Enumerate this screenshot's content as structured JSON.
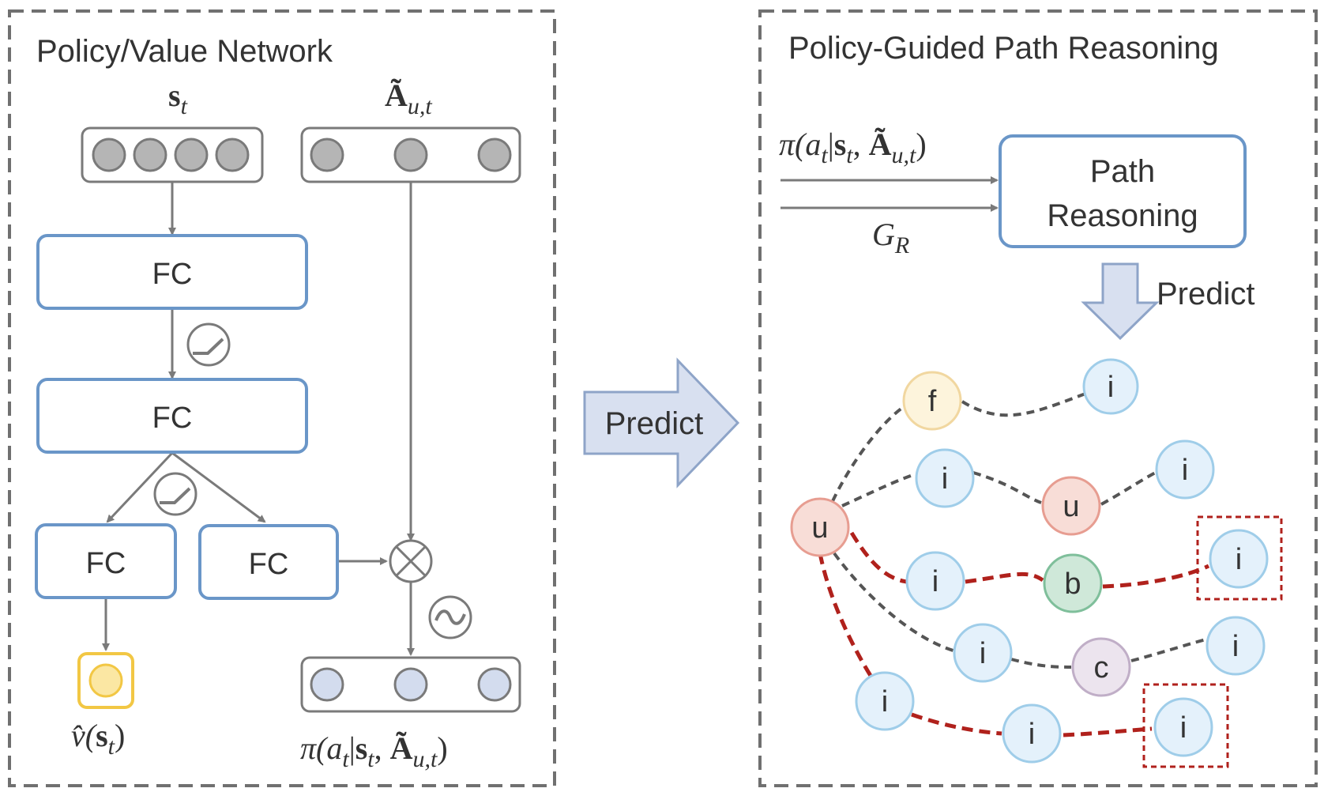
{
  "left_panel": {
    "title": "Policy/Value Network",
    "state_label": {
      "main": "s",
      "sub": "t"
    },
    "action_label": {
      "main": "Ã",
      "sub": "u,t"
    },
    "fc_labels": [
      "FC",
      "FC",
      "FC",
      "FC"
    ],
    "value_output_label": {
      "pre": "v̂(",
      "main": "s",
      "sub": "t",
      "post": ")"
    },
    "policy_output_label": {
      "pre": "π(a",
      "sub1": "t",
      "bar": "|",
      "main": "s",
      "sub2": "t",
      "comma": ", ",
      "main2": "Ã",
      "sub3": "u,t",
      "post": ")"
    }
  },
  "middle_arrow": {
    "label": "Predict"
  },
  "right_panel": {
    "title": "Policy-Guided Path Reasoning",
    "policy_input_label": {
      "pre": "π(a",
      "sub1": "t",
      "bar": "|",
      "main": "s",
      "sub2": "t",
      "comma": ", ",
      "main2": "Ã",
      "sub3": "u,t",
      "post": ")"
    },
    "graph_input_label": {
      "main": "G",
      "sub": "R"
    },
    "reasoning_box": {
      "line1": "Path",
      "line2": "Reasoning"
    },
    "down_arrow_label": "Predict",
    "nodes": [
      {
        "id": "u0",
        "label": "u",
        "kind": "user"
      },
      {
        "id": "f",
        "label": "f",
        "kind": "feature"
      },
      {
        "id": "i_top",
        "label": "i",
        "kind": "item"
      },
      {
        "id": "i1",
        "label": "i",
        "kind": "item"
      },
      {
        "id": "u1",
        "label": "u",
        "kind": "user"
      },
      {
        "id": "i_r1",
        "label": "i",
        "kind": "item"
      },
      {
        "id": "i2",
        "label": "i",
        "kind": "item"
      },
      {
        "id": "b",
        "label": "b",
        "kind": "brand"
      },
      {
        "id": "i_r2",
        "label": "i",
        "kind": "item"
      },
      {
        "id": "i3",
        "label": "i",
        "kind": "item"
      },
      {
        "id": "c",
        "label": "c",
        "kind": "category"
      },
      {
        "id": "i_r3",
        "label": "i",
        "kind": "item"
      },
      {
        "id": "i4",
        "label": "i",
        "kind": "item"
      },
      {
        "id": "i5",
        "label": "i",
        "kind": "item"
      },
      {
        "id": "i_r4",
        "label": "i",
        "kind": "item"
      }
    ]
  },
  "colors": {
    "frame_dash": "#707070",
    "fc_border": "#6a96c8",
    "arrow_gray": "#7a7a7a",
    "gray_neuron": "#b5b5b5",
    "blue_neuron": "#d3dcee",
    "yellow_border": "#f2c744",
    "yellow_fill": "#fbe7a3",
    "predict_fill": "#d8e0f0",
    "predict_border": "#8ea4c8",
    "path_red": "#b0211c",
    "path_gray": "#555555",
    "item_fill": "#e4f1fb",
    "item_border": "#9fcde9",
    "user_fill": "#f8ddd7",
    "user_border": "#e79d91",
    "feature_fill": "#fdf4dc",
    "feature_border": "#f1d7a0",
    "brand_fill": "#cfe8d9",
    "brand_border": "#7fbf9b",
    "category_fill": "#ece4ee",
    "category_border": "#c0aec7"
  }
}
